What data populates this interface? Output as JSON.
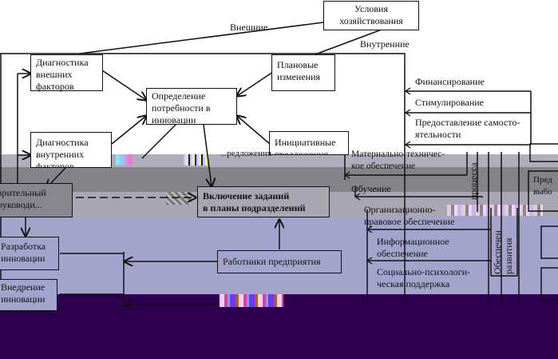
{
  "diagram": {
    "top_box": "Условия хозяйствования",
    "edge_external": "Внешние",
    "edge_internal": "Внутренние",
    "diag_external": "Диагностика внешних факторов",
    "diag_internal": "Диагностика внутренних факторов",
    "planned_changes": "Плановые изменения",
    "initiative_proposals": "Инициативные предложения",
    "need_definition": "Определение потребности в инновации",
    "manager_fragment": "...арительный ...руководи...",
    "include_tasks": "Включение заданий в планы подразделений",
    "development": "Разработка инновации",
    "implementation": "Внедрение инновации",
    "employees": "Работники предприятия",
    "suggestions_fragment": "...редложения",
    "right_list": [
      "Финансирование",
      "Стимулирование",
      "Предоставление самосто-ятельности",
      "Материально-техничес-кое обеспечение",
      "Обучение",
      "Организационно-правовое обеспечение",
      "Информационное обеспечение",
      "Социально-психологи-ческая поддержка"
    ],
    "vertical_label_1": "Обеспечение развития",
    "vertical_label_2": "процесса предприятия",
    "right_edge_fragment": "Пред... выбо..."
  },
  "colors": {
    "band_gray": "#838389",
    "band_light_gray": "#a9a9b6",
    "band_lavender": "#a3a4cc",
    "band_purple": "#2d0050",
    "line": "#111111"
  }
}
